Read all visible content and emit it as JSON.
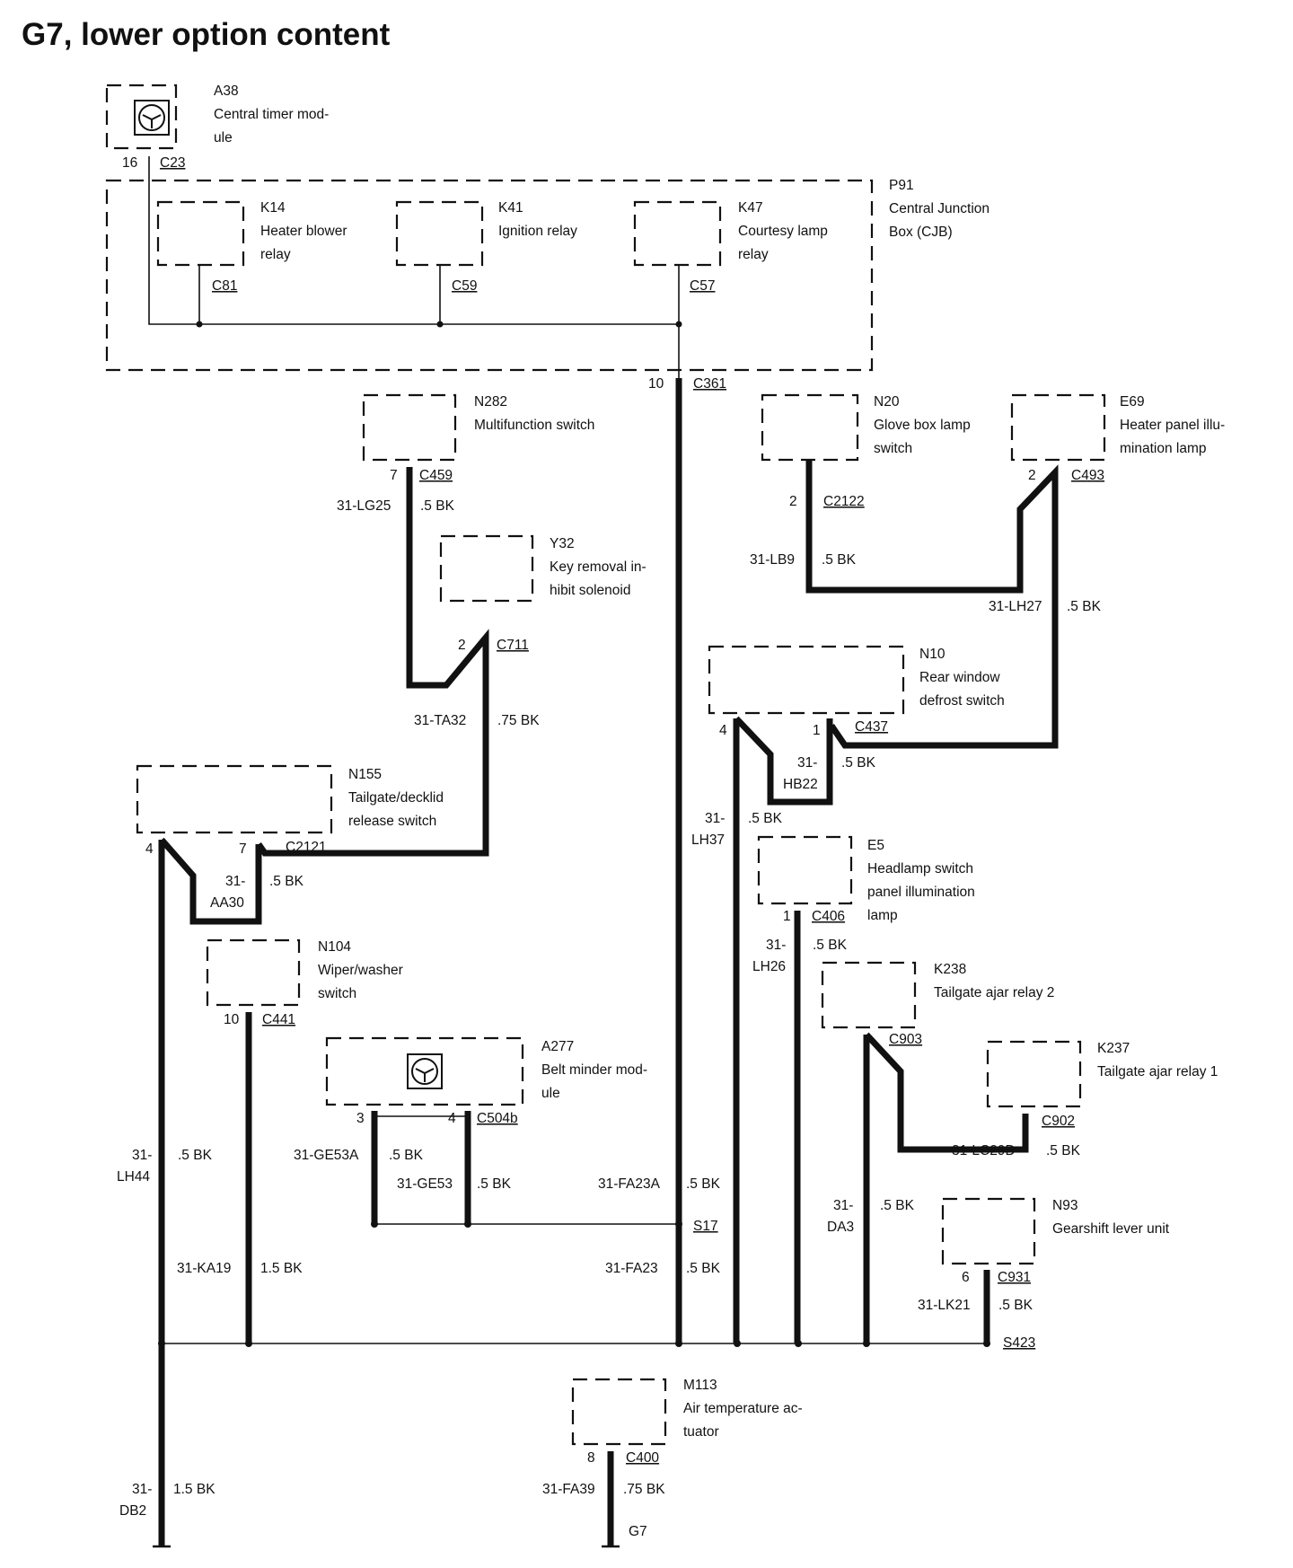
{
  "title": "G7, lower option content",
  "components": {
    "a38": {
      "id": "A38",
      "l1": "Central timer mod-",
      "l2": "ule"
    },
    "p91": {
      "id": "P91",
      "l1": "Central Junction",
      "l2": "Box (CJB)"
    },
    "k14": {
      "id": "K14",
      "l1": "Heater blower",
      "l2": "relay"
    },
    "k41": {
      "id": "K41",
      "l1": "Ignition relay"
    },
    "k47": {
      "id": "K47",
      "l1": "Courtesy lamp",
      "l2": "relay"
    },
    "n282": {
      "id": "N282",
      "l1": "Multifunction switch"
    },
    "y32": {
      "id": "Y32",
      "l1": "Key removal in-",
      "l2": "hibit solenoid"
    },
    "n20": {
      "id": "N20",
      "l1": "Glove box lamp",
      "l2": "switch"
    },
    "e69": {
      "id": "E69",
      "l1": "Heater panel illu-",
      "l2": "mination lamp"
    },
    "n10": {
      "id": "N10",
      "l1": "Rear window",
      "l2": "defrost switch"
    },
    "n155": {
      "id": "N155",
      "l1": "Tailgate/decklid",
      "l2": "release switch"
    },
    "e5": {
      "id": "E5",
      "l1": "Headlamp switch",
      "l2": "panel illumination",
      "l3": "lamp"
    },
    "k238": {
      "id": "K238",
      "l1": "Tailgate ajar relay 2"
    },
    "k237": {
      "id": "K237",
      "l1": "Tailgate ajar relay 1"
    },
    "n104": {
      "id": "N104",
      "l1": "Wiper/washer",
      "l2": "switch"
    },
    "a277": {
      "id": "A277",
      "l1": "Belt minder mod-",
      "l2": "ule"
    },
    "n93": {
      "id": "N93",
      "l1": "Gearshift lever unit"
    },
    "m113": {
      "id": "M113",
      "l1": "Air temperature ac-",
      "l2": "tuator"
    }
  },
  "connectors": {
    "c23": "C23",
    "c81": "C81",
    "c59": "C59",
    "c57": "C57",
    "c361": "C361",
    "c459": "C459",
    "c711": "C711",
    "c2122": "C2122",
    "c493": "C493",
    "c437": "C437",
    "c2121": "C2121",
    "c406": "C406",
    "c903": "C903",
    "c902": "C902",
    "c441": "C441",
    "c504b": "C504b",
    "c931": "C931",
    "c400": "C400",
    "s17": "S17",
    "s423": "S423",
    "g7": "G7"
  },
  "pins": {
    "a38": "16",
    "c361": "10",
    "n282": "7",
    "y32": "2",
    "n20": "2",
    "e69": "2",
    "n10a": "4",
    "n10b": "1",
    "n155a": "4",
    "n155b": "7",
    "e5": "1",
    "n104": "10",
    "a277a": "3",
    "a277b": "4",
    "n93": "6",
    "m113": "8"
  },
  "wires": {
    "lg25": {
      "code": "31-LG25",
      "spec": ".5 BK"
    },
    "ta32": {
      "code": "31-TA32",
      "spec": ".75 BK"
    },
    "lb9": {
      "code": "31-LB9",
      "spec": ".5 BK"
    },
    "lh27": {
      "code": "31-LH27",
      "spec": ".5 BK"
    },
    "hb22": {
      "code1": "31-",
      "code2": "HB22",
      "spec": ".5 BK"
    },
    "lh37": {
      "code1": "31-",
      "code2": "LH37",
      "spec": ".5 BK"
    },
    "aa30": {
      "code1": "31-",
      "code2": "AA30",
      "spec": ".5 BK"
    },
    "lh26": {
      "code1": "31-",
      "code2": "LH26",
      "spec": ".5 BK"
    },
    "lh44": {
      "code1": "31-",
      "code2": "LH44",
      "spec": ".5 BK"
    },
    "ge53a": {
      "code": "31-GE53A",
      "spec": ".5 BK"
    },
    "ge53": {
      "code": "31-GE53",
      "spec": ".5 BK"
    },
    "fa23a": {
      "code": "31-FA23A",
      "spec": ".5 BK"
    },
    "lc29d": {
      "code": "31-LC29D",
      "spec": ".5 BK"
    },
    "da3": {
      "code1": "31-",
      "code2": "DA3",
      "spec": ".5 BK"
    },
    "ka19": {
      "code": "31-KA19",
      "spec": "1.5 BK"
    },
    "fa23": {
      "code": "31-FA23",
      "spec": ".5 BK"
    },
    "lk21": {
      "code": "31-LK21",
      "spec": ".5 BK"
    },
    "db2": {
      "code1": "31-",
      "code2": "DB2",
      "spec": "1.5 BK"
    },
    "fa39": {
      "code": "31-FA39",
      "spec": ".75 BK"
    }
  }
}
